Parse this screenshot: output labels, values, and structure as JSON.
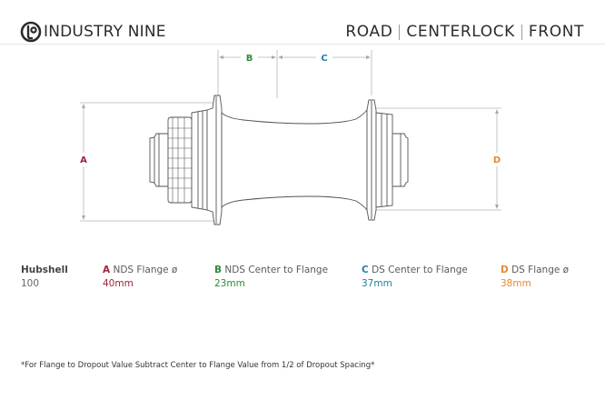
{
  "header": {
    "brand": "INDUSTRY NINE",
    "tags": [
      "ROAD",
      "CENTERLOCK",
      "FRONT"
    ]
  },
  "diagram": {
    "dimension_labels": {
      "a": "A",
      "b": "B",
      "c": "C",
      "d": "D"
    }
  },
  "specs": {
    "hubshell": {
      "label": "Hubshell",
      "value": "100"
    },
    "columns": [
      {
        "letter": "A",
        "label": "NDS Flange ø",
        "value": "40mm",
        "color": "#a0243a"
      },
      {
        "letter": "B",
        "label": "NDS Center to Flange",
        "value": "23mm",
        "color": "#2e8a3c"
      },
      {
        "letter": "C",
        "label": "DS Center to Flange",
        "value": "37mm",
        "color": "#1f7fa6"
      },
      {
        "letter": "D",
        "label": "DS Flange ø",
        "value": "38mm",
        "color": "#e68a2e"
      }
    ]
  },
  "footnote": "*For Flange to Dropout Value Subtract Center to Flange Value from 1/2 of Dropout Spacing*",
  "colors": {
    "a": "#a0243a",
    "b": "#2e8a3c",
    "c": "#1f7fa6",
    "d": "#e68a2e",
    "line": "#555555",
    "dim": "#b5b5b5"
  }
}
